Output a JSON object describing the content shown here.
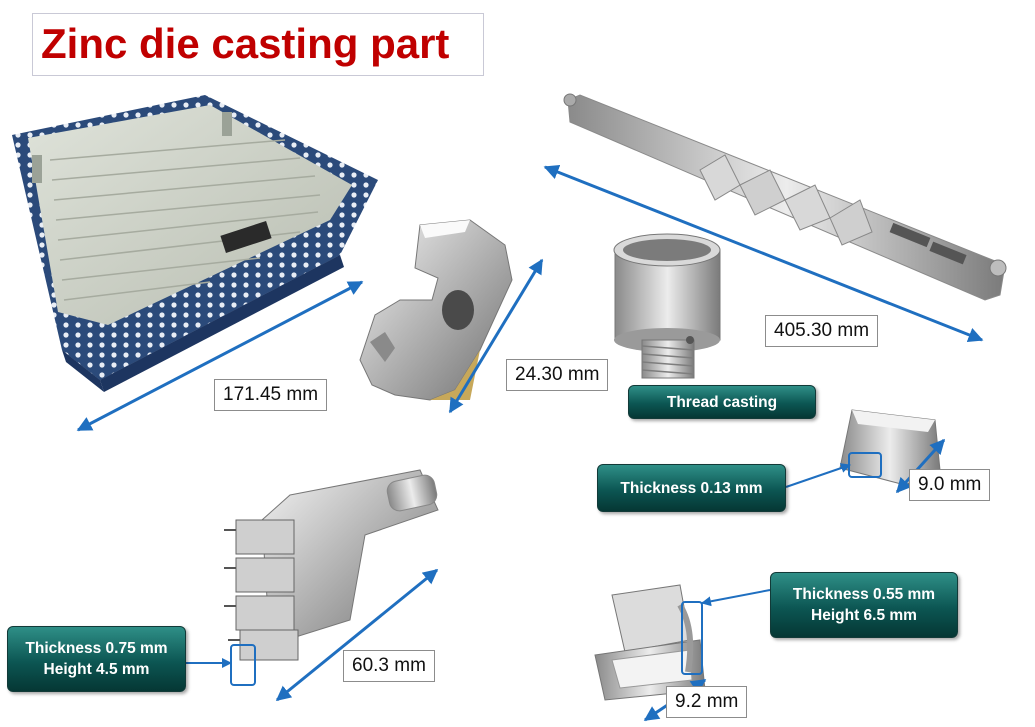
{
  "title": "Zinc die casting part",
  "dimensions": {
    "enclosure_length": "171.45 mm",
    "bracket_length": "24.30 mm",
    "rail_length": "405.30 mm",
    "shell_width": "9.0 mm",
    "connector_length": "60.3 mm",
    "clip_width": "9.2 mm"
  },
  "callouts": {
    "thread": "Thread casting",
    "shell_thickness": "Thickness 0.13 mm",
    "clip_thickness": "Thickness 0.55 mm",
    "clip_height": "Height 6.5 mm",
    "connector_thickness": "Thickness 0.75 mm",
    "connector_height": "Height 4.5 mm"
  },
  "colors": {
    "title": "#c00000",
    "arrow": "#1f6fc0",
    "callout_bg": "#0c5653",
    "enclosure": "#2b4a7a"
  },
  "icons": [
    "double-arrow-icon",
    "highlight-box-icon"
  ]
}
